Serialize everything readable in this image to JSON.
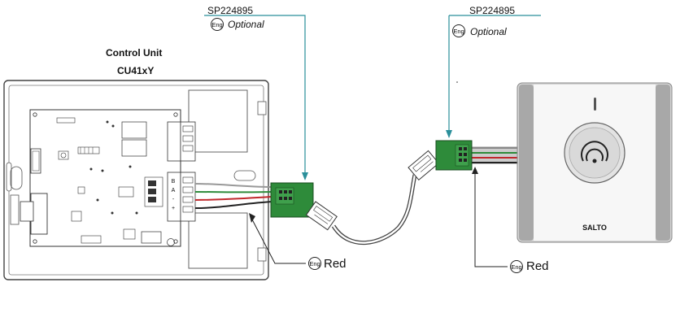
{
  "control_unit": {
    "title": "Control Unit",
    "model": "CU41xY"
  },
  "left_part": {
    "code": "SP224895",
    "eng_badge": "Eng",
    "optional": "Optional"
  },
  "right_part": {
    "code": "SP224895",
    "eng_badge": "Eng",
    "optional": "Optional"
  },
  "left_wire_label": {
    "eng_badge": "Eng",
    "text": "Red"
  },
  "right_wire_label": {
    "eng_badge": "Eng",
    "text": "Red"
  },
  "terminal_markings": [
    "B",
    "A",
    "-",
    "+"
  ],
  "reader_brand": "SALTO",
  "colors": {
    "connector_green": "#2e8b3a",
    "leader_teal": "#2a8f9a",
    "wire_red": "#c0282c",
    "wire_green": "#2e8b3a"
  }
}
